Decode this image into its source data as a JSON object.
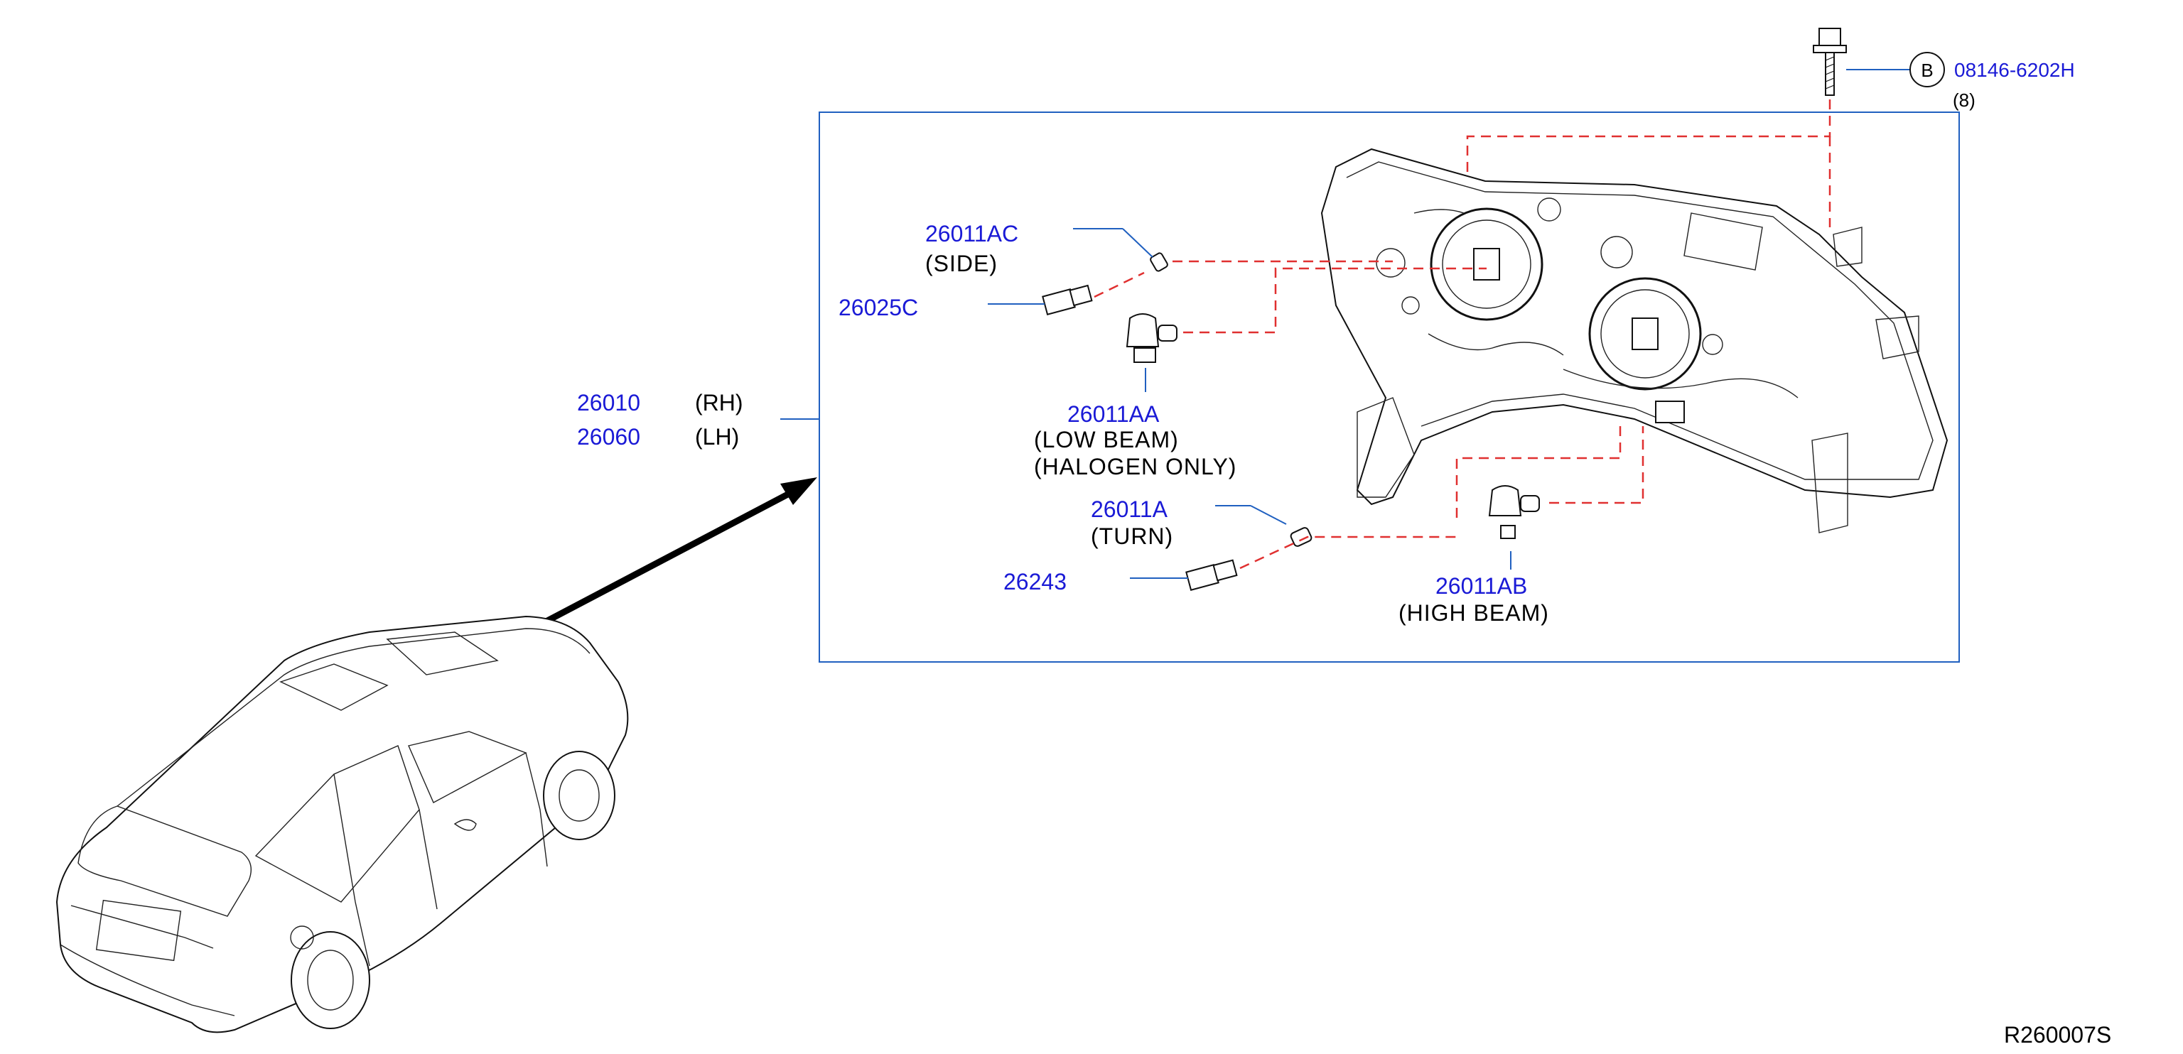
{
  "diagram_ref": "R260007S",
  "headlamp_assembly": {
    "rh_part": "26010",
    "rh_label": "(RH)",
    "lh_part": "26060",
    "lh_label": "(LH)"
  },
  "bolt": {
    "callout_letter": "B",
    "part": "08146-6202H",
    "qty": "(8)"
  },
  "side_bulb": {
    "part": "26011AC",
    "desc": "(SIDE)"
  },
  "side_socket": {
    "part": "26025C"
  },
  "low_beam_bulb": {
    "part": "26011AA",
    "desc1": "(LOW  BEAM)",
    "desc2": "(HALOGEN  ONLY)"
  },
  "turn_bulb": {
    "part": "26011A",
    "desc": "(TURN)"
  },
  "turn_socket": {
    "part": "26243"
  },
  "high_beam_bulb": {
    "part": "26011AB",
    "desc": "(HIGH  BEAM)"
  },
  "colors": {
    "part_number": "#1a1ad6",
    "frame": "#2060c0",
    "dash_line": "#e03030",
    "ink": "#111111"
  }
}
